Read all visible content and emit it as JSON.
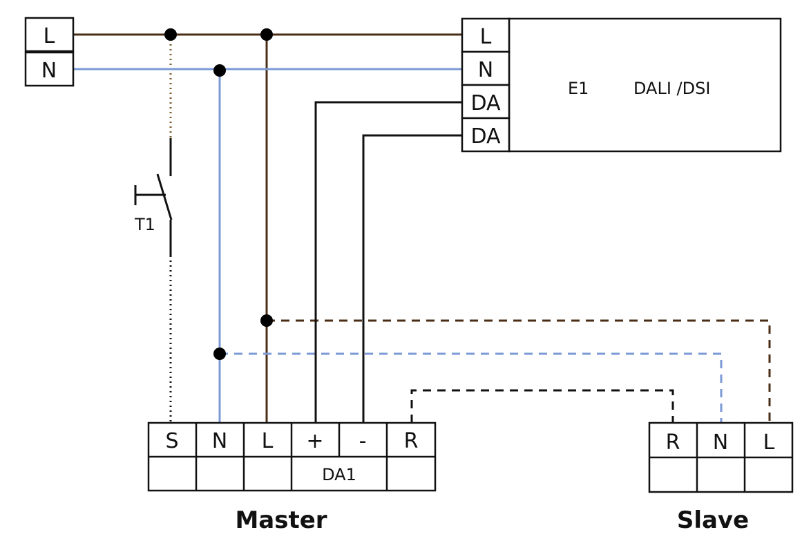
{
  "colors": {
    "live": "#4a2d16",
    "neutral": "#7b9ad6",
    "dali": "#111111",
    "switch": "#3a2a1a"
  },
  "supply": {
    "l_label": "L",
    "n_label": "N"
  },
  "ballast": {
    "terminals": [
      "L",
      "N",
      "DA",
      "DA"
    ],
    "id": "E1",
    "type": "DALI /DSI"
  },
  "switch": {
    "label": "T1"
  },
  "master": {
    "terminals": [
      "S",
      "N",
      "L",
      "+",
      "-",
      "R"
    ],
    "id_label": "DA1",
    "caption": "Master"
  },
  "slave": {
    "terminals": [
      "R",
      "N",
      "L"
    ],
    "caption": "Slave"
  }
}
